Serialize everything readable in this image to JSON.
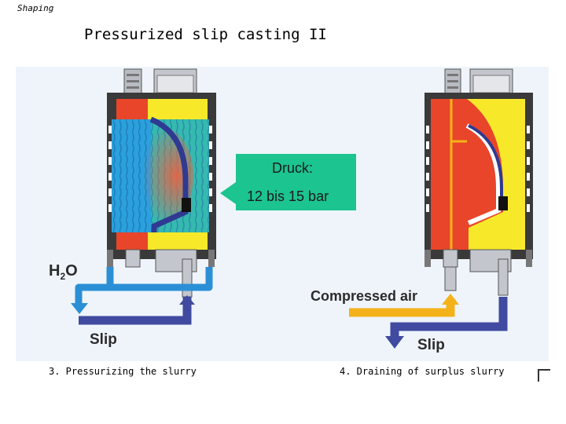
{
  "header": {
    "section": "Shaping"
  },
  "slide": {
    "title": "Pressurized slip casting II"
  },
  "callout": {
    "line1": "Druck:",
    "line2": "12 bis 15 bar"
  },
  "left_panel": {
    "water_label": "H",
    "water_sub": "2",
    "water_tail": "O",
    "slip_label": "Slip",
    "caption": "3. Pressurizing the slurry"
  },
  "right_panel": {
    "air_label": "Compressed air",
    "slip_label": "Slip",
    "caption": "4. Draining of surplus slurry"
  },
  "colors": {
    "red": "#e8452a",
    "yellow": "#f7e92a",
    "blue_water": "#2ba0dd",
    "slip_blue": "#3f4aa0",
    "air_orange": "#f4b21a",
    "green": "#1cc48f"
  }
}
